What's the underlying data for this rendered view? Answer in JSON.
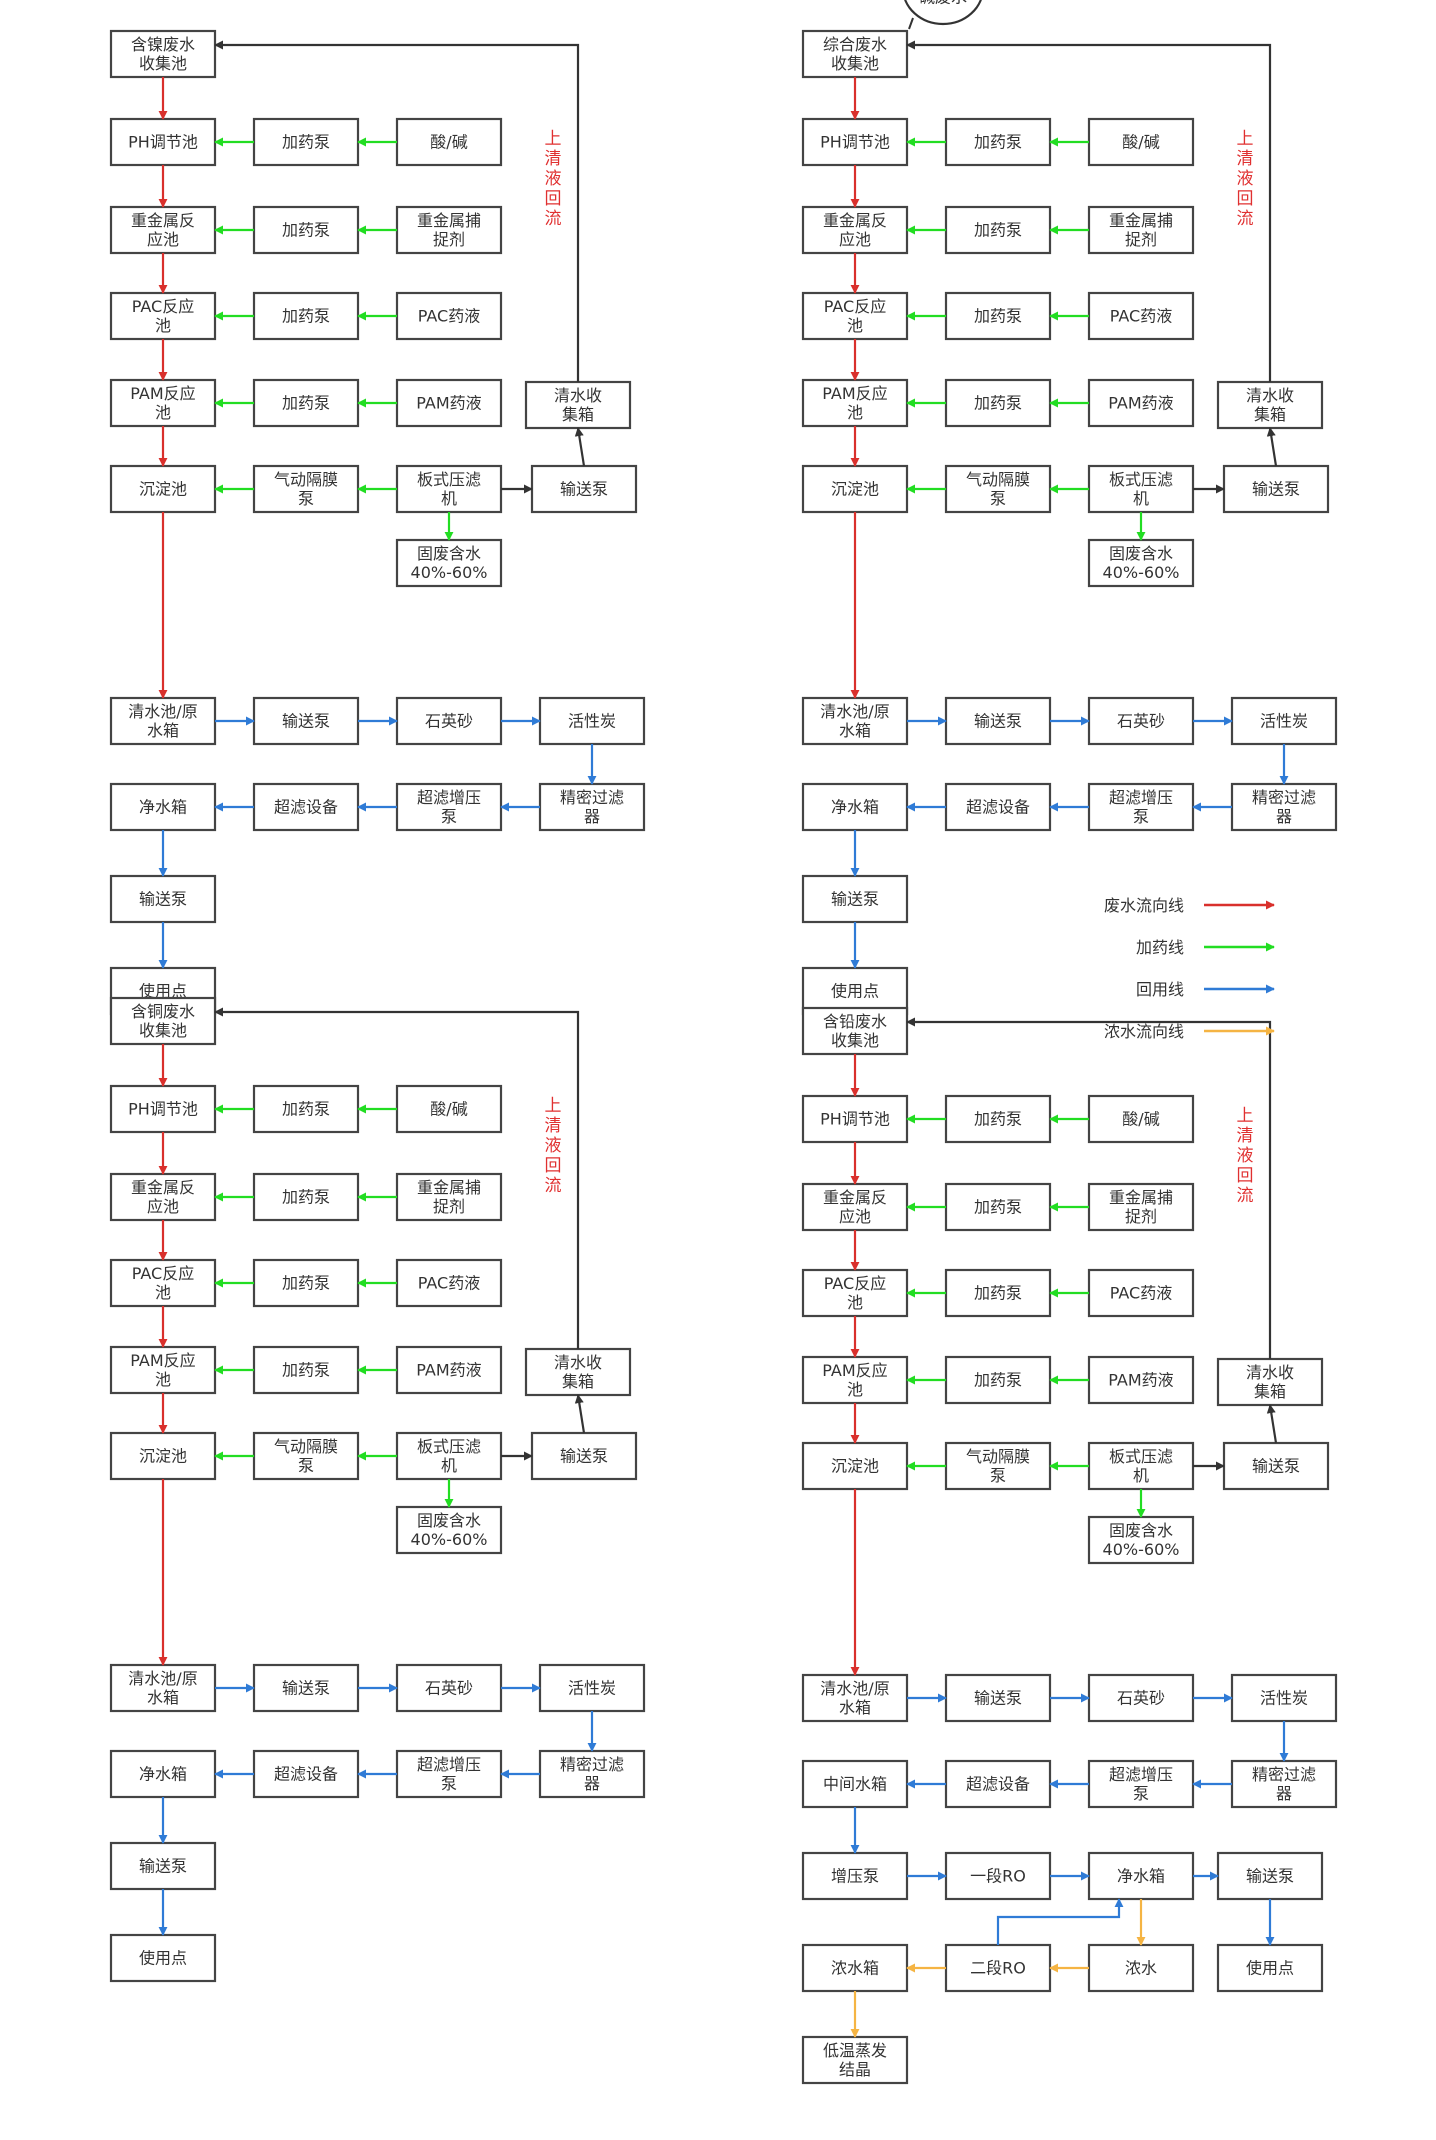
{
  "colors": {
    "wastewater": "#d9302c",
    "dosing": "#22dd22",
    "reuse": "#2f7bd6",
    "concentrate": "#f5b443",
    "return_line": "#333333",
    "return_label": "#e03030"
  },
  "legend": [
    {
      "label": "废水流向线",
      "color_key": "wastewater"
    },
    {
      "label": "加药线",
      "color_key": "dosing"
    },
    {
      "label": "回用线",
      "color_key": "reuse"
    },
    {
      "label": "浓水流向线",
      "color_key": "concentrate"
    }
  ],
  "diagrams": [
    {
      "name": "nickel",
      "return_label": "上清液回流",
      "nodes": {
        "src": "含镍废水\n收集池",
        "ph": "PH调节池",
        "dose1": "加药泵",
        "chem1": "酸/碱",
        "hm": "重金属反\n应池",
        "dose2": "加药泵",
        "chem2": "重金属捕\n捉剂",
        "pac": "PAC反应\n池",
        "dose3": "加药泵",
        "chem3": "PAC药液",
        "pam": "PAM反应\n池",
        "dose4": "加药泵",
        "chem4": "PAM药液",
        "sed": "沉淀池",
        "diaphragm": "气动隔膜\n泵",
        "press": "板式压滤\n机",
        "pump_r": "输送泵",
        "clear_col": "清水收\n集箱",
        "solid": "固废含水\n40%-60%",
        "clear": "清水池/原\n水箱",
        "p1": "输送泵",
        "sand": "石英砂",
        "carbon": "活性炭",
        "netbox": "净水箱",
        "uf": "超滤设备",
        "ufboost": "超滤增压\n泵",
        "fine": "精密过滤\n器",
        "p2": "输送泵",
        "use": "使用点"
      }
    },
    {
      "name": "combined",
      "return_label": "上清液回流",
      "bubble": "含酸、\n碱废水",
      "nodes": {
        "src": "综合废水\n收集池",
        "ph": "PH调节池",
        "dose1": "加药泵",
        "chem1": "酸/碱",
        "hm": "重金属反\n应池",
        "dose2": "加药泵",
        "chem2": "重金属捕\n捉剂",
        "pac": "PAC反应\n池",
        "dose3": "加药泵",
        "chem3": "PAC药液",
        "pam": "PAM反应\n池",
        "dose4": "加药泵",
        "chem4": "PAM药液",
        "sed": "沉淀池",
        "diaphragm": "气动隔膜\n泵",
        "press": "板式压滤\n机",
        "pump_r": "输送泵",
        "clear_col": "清水收\n集箱",
        "solid": "固废含水\n40%-60%",
        "clear": "清水池/原\n水箱",
        "p1": "输送泵",
        "sand": "石英砂",
        "carbon": "活性炭",
        "netbox": "净水箱",
        "uf": "超滤设备",
        "ufboost": "超滤增压\n泵",
        "fine": "精密过滤\n器",
        "p2": "输送泵",
        "use": "使用点"
      }
    },
    {
      "name": "copper",
      "return_label": "上清液回流",
      "nodes": {
        "src": "含铜废水\n收集池",
        "ph": "PH调节池",
        "dose1": "加药泵",
        "chem1": "酸/碱",
        "hm": "重金属反\n应池",
        "dose2": "加药泵",
        "chem2": "重金属捕\n捉剂",
        "pac": "PAC反应\n池",
        "dose3": "加药泵",
        "chem3": "PAC药液",
        "pam": "PAM反应\n池",
        "dose4": "加药泵",
        "chem4": "PAM药液",
        "sed": "沉淀池",
        "diaphragm": "气动隔膜\n泵",
        "press": "板式压滤\n机",
        "pump_r": "输送泵",
        "clear_col": "清水收\n集箱",
        "solid": "固废含水\n40%-60%",
        "clear": "清水池/原\n水箱",
        "p1": "输送泵",
        "sand": "石英砂",
        "carbon": "活性炭",
        "netbox": "净水箱",
        "uf": "超滤设备",
        "ufboost": "超滤增压\n泵",
        "fine": "精密过滤\n器",
        "p2": "输送泵",
        "use": "使用点"
      }
    },
    {
      "name": "lead",
      "return_label": "上清液回流",
      "nodes": {
        "src": "含铅废水\n收集池",
        "ph": "PH调节池",
        "dose1": "加药泵",
        "chem1": "酸/碱",
        "hm": "重金属反\n应池",
        "dose2": "加药泵",
        "chem2": "重金属捕\n捉剂",
        "pac": "PAC反应\n池",
        "dose3": "加药泵",
        "chem3": "PAC药液",
        "pam": "PAM反应\n池",
        "dose4": "加药泵",
        "chem4": "PAM药液",
        "sed": "沉淀池",
        "diaphragm": "气动隔膜\n泵",
        "press": "板式压滤\n机",
        "pump_r": "输送泵",
        "clear_col": "清水收\n集箱",
        "solid": "固废含水\n40%-60%",
        "clear": "清水池/原\n水箱",
        "p1": "输送泵",
        "sand": "石英砂",
        "carbon": "活性炭",
        "midbox": "中间水箱",
        "uf": "超滤设备",
        "ufboost": "超滤增压\n泵",
        "fine": "精密过滤\n器",
        "boost": "增压泵",
        "ro1": "一段RO",
        "netbox": "净水箱",
        "p3": "输送泵",
        "concbox": "浓水箱",
        "ro2": "二段RO",
        "conc": "浓水",
        "use": "使用点",
        "evap": "低温蒸发\n结晶"
      }
    }
  ]
}
